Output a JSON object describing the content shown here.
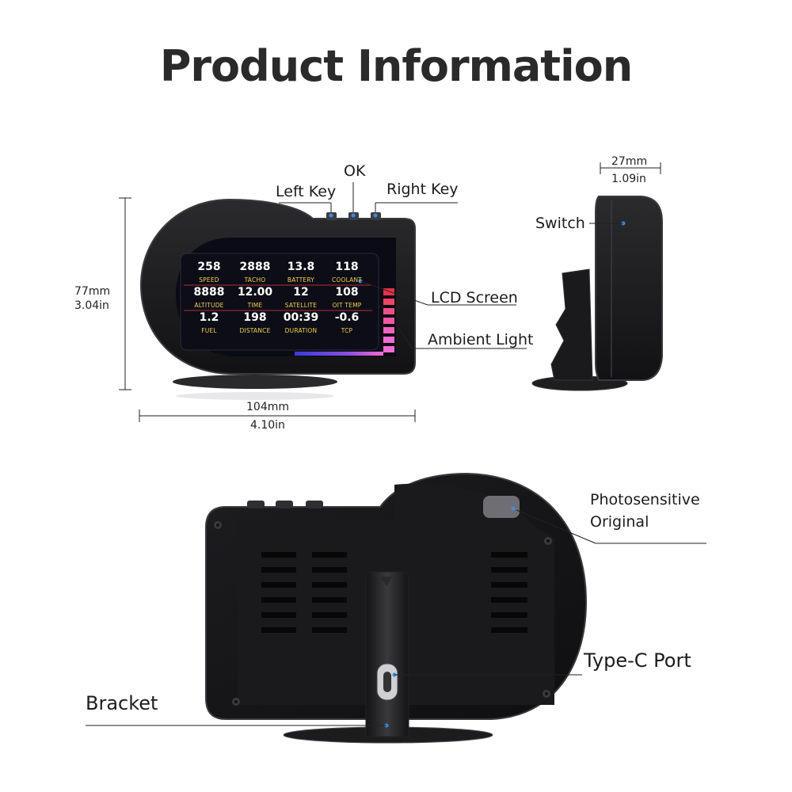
{
  "title": "Product Information",
  "front_view": {
    "keys": {
      "left": "Left Key",
      "ok": "OK",
      "right": "Right Key"
    },
    "callouts": {
      "lcd": "LCD Screen",
      "ambient": "Ambient Light"
    },
    "height": {
      "mm": "77mm",
      "in": "3.04in"
    },
    "width": {
      "mm": "104mm",
      "in": "4.10in"
    },
    "screen_cells": [
      {
        "value": "258",
        "label": "SPEED"
      },
      {
        "value": "2888",
        "label": "TACHO"
      },
      {
        "value": "13.8",
        "label": "BATTERY"
      },
      {
        "value": "118",
        "label": "COOLANT"
      },
      {
        "value": "8888",
        "label": "ALTITUDE"
      },
      {
        "value": "12.00",
        "label": "TIME"
      },
      {
        "value": "12",
        "label": "SATELLITE"
      },
      {
        "value": "108",
        "label": "OIT TEMP"
      },
      {
        "value": "1.2",
        "label": "FUEL"
      },
      {
        "value": "198",
        "label": "DISTANCE"
      },
      {
        "value": "00:39",
        "label": "DURATION"
      },
      {
        "value": "-0.6",
        "label": "TCP"
      }
    ]
  },
  "side_view": {
    "depth": {
      "mm": "27mm",
      "in": "1.09in"
    },
    "switch": "Switch"
  },
  "back_view": {
    "photosensitive_line1": "Photosensitive",
    "photosensitive_line2": "Original",
    "type_c": "Type-C Port",
    "bracket": "Bracket"
  },
  "colors": {
    "body": "#1b1b1d",
    "body_edge": "#3a3a3e",
    "screen_bg": "#0b0b14",
    "label_yellow": "#f2d24a",
    "ambient_blue": "#3b3bd9",
    "ambient_pink": "#f06bd2",
    "ambient_red": "#e8324a"
  }
}
